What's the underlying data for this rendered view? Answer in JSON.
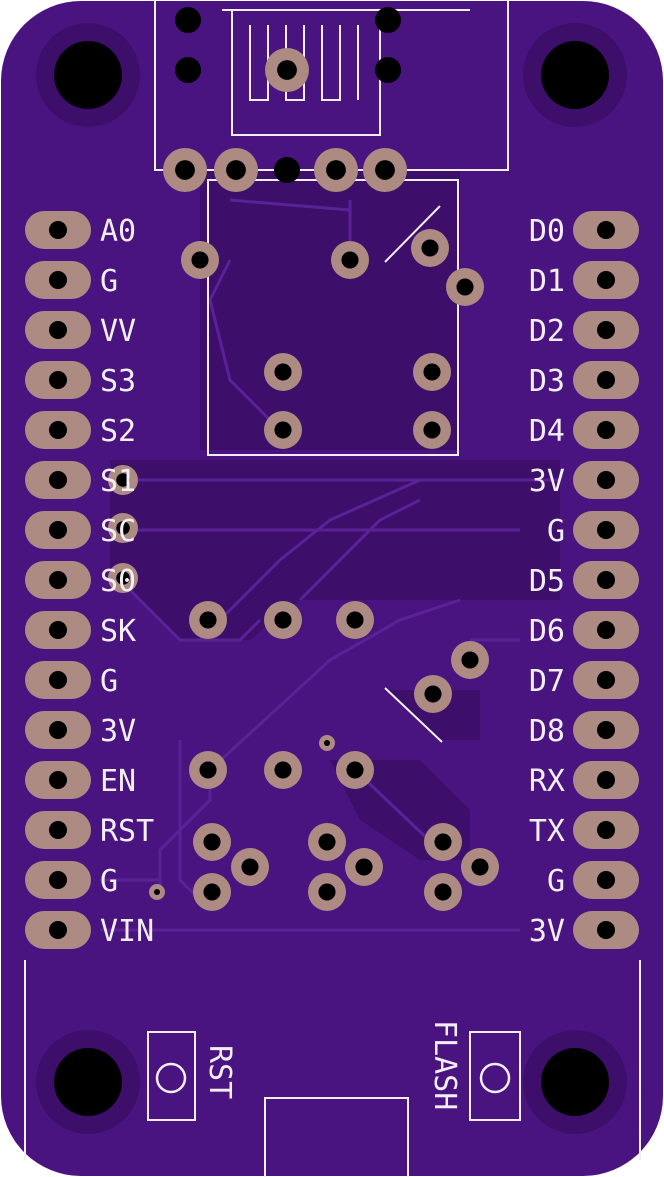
{
  "board": {
    "colors": {
      "background": "#ffffff",
      "board": "#4a1480",
      "copper_fill": "#3d0f6b",
      "trace": "#5a2296",
      "pad": "#ad8a82",
      "silk": "#f2eef6",
      "hole": "#000000"
    },
    "left_pins": [
      "A0",
      "G",
      "VV",
      "S3",
      "S2",
      "S1",
      "SC",
      "S0",
      "SK",
      "G",
      "3V",
      "EN",
      "RST",
      "G",
      "VIN"
    ],
    "right_pins": [
      "D0",
      "D1",
      "D2",
      "D3",
      "D4",
      "3V",
      "G",
      "D5",
      "D6",
      "D7",
      "D8",
      "RX",
      "TX",
      "G",
      "3V"
    ],
    "buttons": {
      "reset_label": "RST",
      "flash_label": "FLASH"
    }
  }
}
